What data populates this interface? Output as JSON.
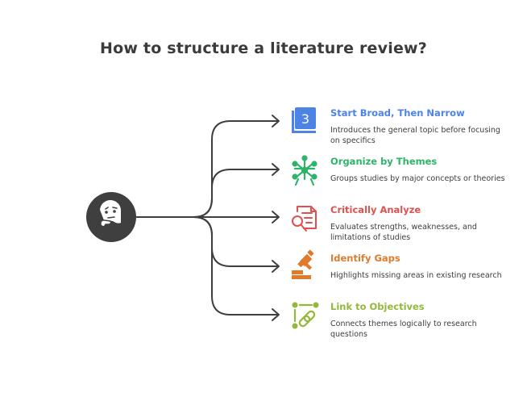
{
  "title": "How to structure a literature review?",
  "colors": {
    "connector": "#3f3f3f",
    "hub": "#3f3f3f",
    "blue": "#4c83e5",
    "green": "#2fb36b",
    "red": "#e0504f",
    "orange": "#e07b2b",
    "olive": "#93b83a"
  },
  "hub": {
    "icon": "thinking-face-icon"
  },
  "items": [
    {
      "title": "Start Broad, Then Narrow",
      "description": "Introduces the general topic before focusing on specifics",
      "icon": "number-three-icon",
      "color": "#4c83e5"
    },
    {
      "title": "Organize by Themes",
      "description": "Groups studies by major concepts or theories",
      "icon": "atomium-icon",
      "color": "#2fb36b"
    },
    {
      "title": "Critically Analyze",
      "description": "Evaluates strengths, weaknesses, and limitations of studies",
      "icon": "document-search-icon",
      "color": "#e0504f"
    },
    {
      "title": "Identify Gaps",
      "description": "Highlights missing areas in existing research",
      "icon": "gavel-icon",
      "color": "#e07b2b"
    },
    {
      "title": "Link to Objectives",
      "description": "Connects themes logically to research questions",
      "icon": "link-icon",
      "color": "#93b83a"
    }
  ]
}
